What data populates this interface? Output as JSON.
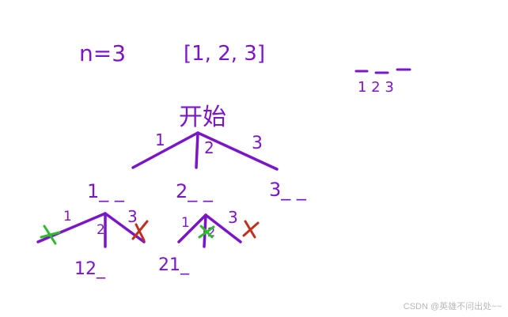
{
  "header": {
    "n_label": "n=3",
    "array_label": "[1, 2, 3]",
    "slots_label": "1 2 3"
  },
  "root_label": "开始",
  "level1": {
    "edge_labels": [
      "1",
      "2",
      "3"
    ],
    "nodes": [
      "1_ _",
      "2_ _",
      "3_ _"
    ]
  },
  "subtree_a": {
    "edge_labels": [
      "1",
      "2",
      "3"
    ],
    "leaf": "12_"
  },
  "subtree_b": {
    "edge_labels": [
      "1",
      "2",
      "3"
    ],
    "leaf": "21_"
  },
  "marks": {
    "pruned_used": "x",
    "pruned_other": "x"
  },
  "colors": {
    "ink": "#7B16C8",
    "green_mark": "#2DBA2D",
    "red_mark": "#C0301E"
  },
  "watermark": "CSDN @英雄不问出处~~"
}
